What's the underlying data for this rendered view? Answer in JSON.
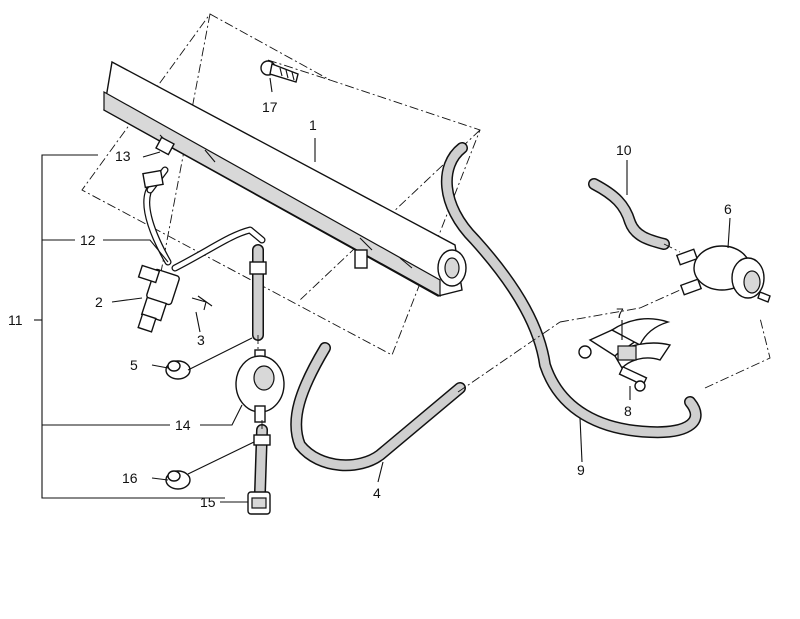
{
  "callouts": {
    "c1": "1",
    "c2": "2",
    "c3": "3",
    "c4": "4",
    "c5": "5",
    "c6": "6",
    "c7": "7",
    "c8": "8",
    "c9": "9",
    "c10": "10",
    "c11": "11",
    "c12": "12",
    "c13": "13",
    "c14": "14",
    "c15": "15",
    "c16": "16",
    "c17": "17"
  },
  "colors": {
    "ink": "#111111",
    "paper": "#ffffff",
    "hose_fill": "#cfcfcf"
  }
}
